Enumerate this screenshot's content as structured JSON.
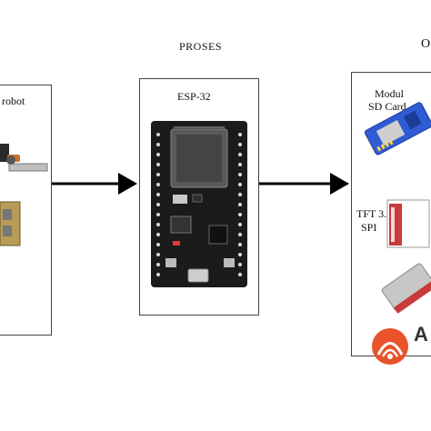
{
  "process": {
    "title": "PROSES",
    "board_label": "ESP-32"
  },
  "input": {
    "title_partial": "robot"
  },
  "output": {
    "title_partial": "O",
    "sd_label_line1": "Modul",
    "sd_label_line2": "SD Card",
    "tft_label_line1": "TFT 3.5in",
    "tft_label_line2": "SPI",
    "logo_partial": "A"
  },
  "colors": {
    "arrow": "#000000",
    "border": "#444444",
    "board": "#1b1b1b",
    "sd_module": "#2f5bd3",
    "tft_red": "#c93a3a",
    "logo_orange": "#e8532b"
  }
}
